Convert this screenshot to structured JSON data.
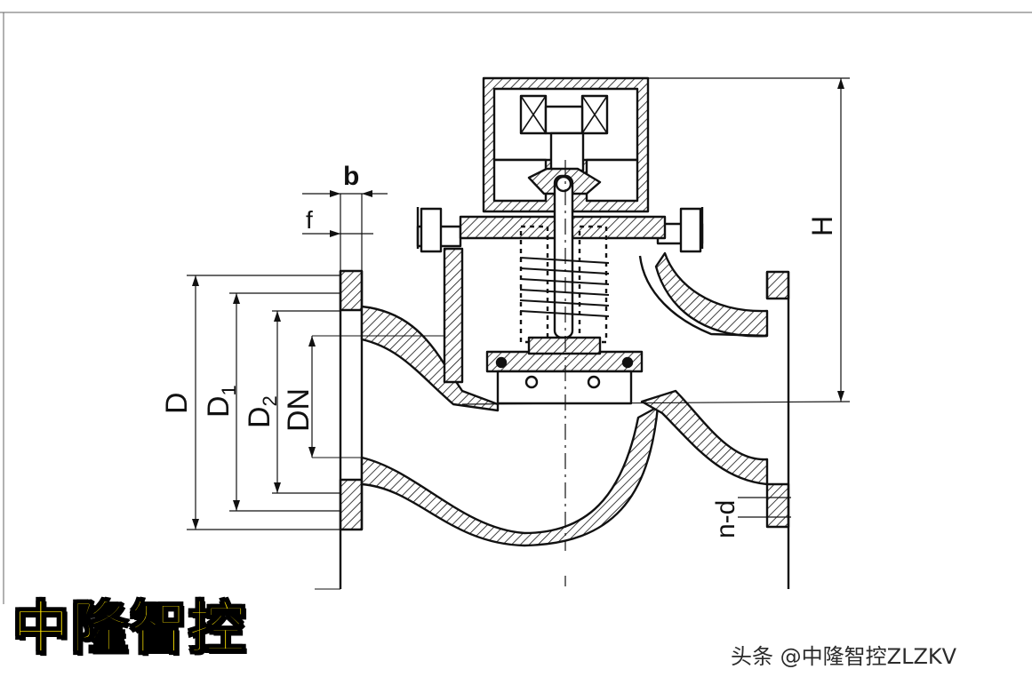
{
  "diagram": {
    "labels": {
      "b": "b",
      "f": "f",
      "h": "H",
      "d": "D",
      "d1_main": "D",
      "d1_sub": "1",
      "d2_main": "D",
      "d2_sub": "2",
      "dn": "DN",
      "nd": "n-d"
    }
  },
  "brand": {
    "title": "中隆智控"
  },
  "watermark": {
    "text": "头条 @中隆智控ZLZKV"
  },
  "colors": {
    "line": "#111111",
    "brand_fill": "#ffe500",
    "brand_stroke": "#000000"
  }
}
